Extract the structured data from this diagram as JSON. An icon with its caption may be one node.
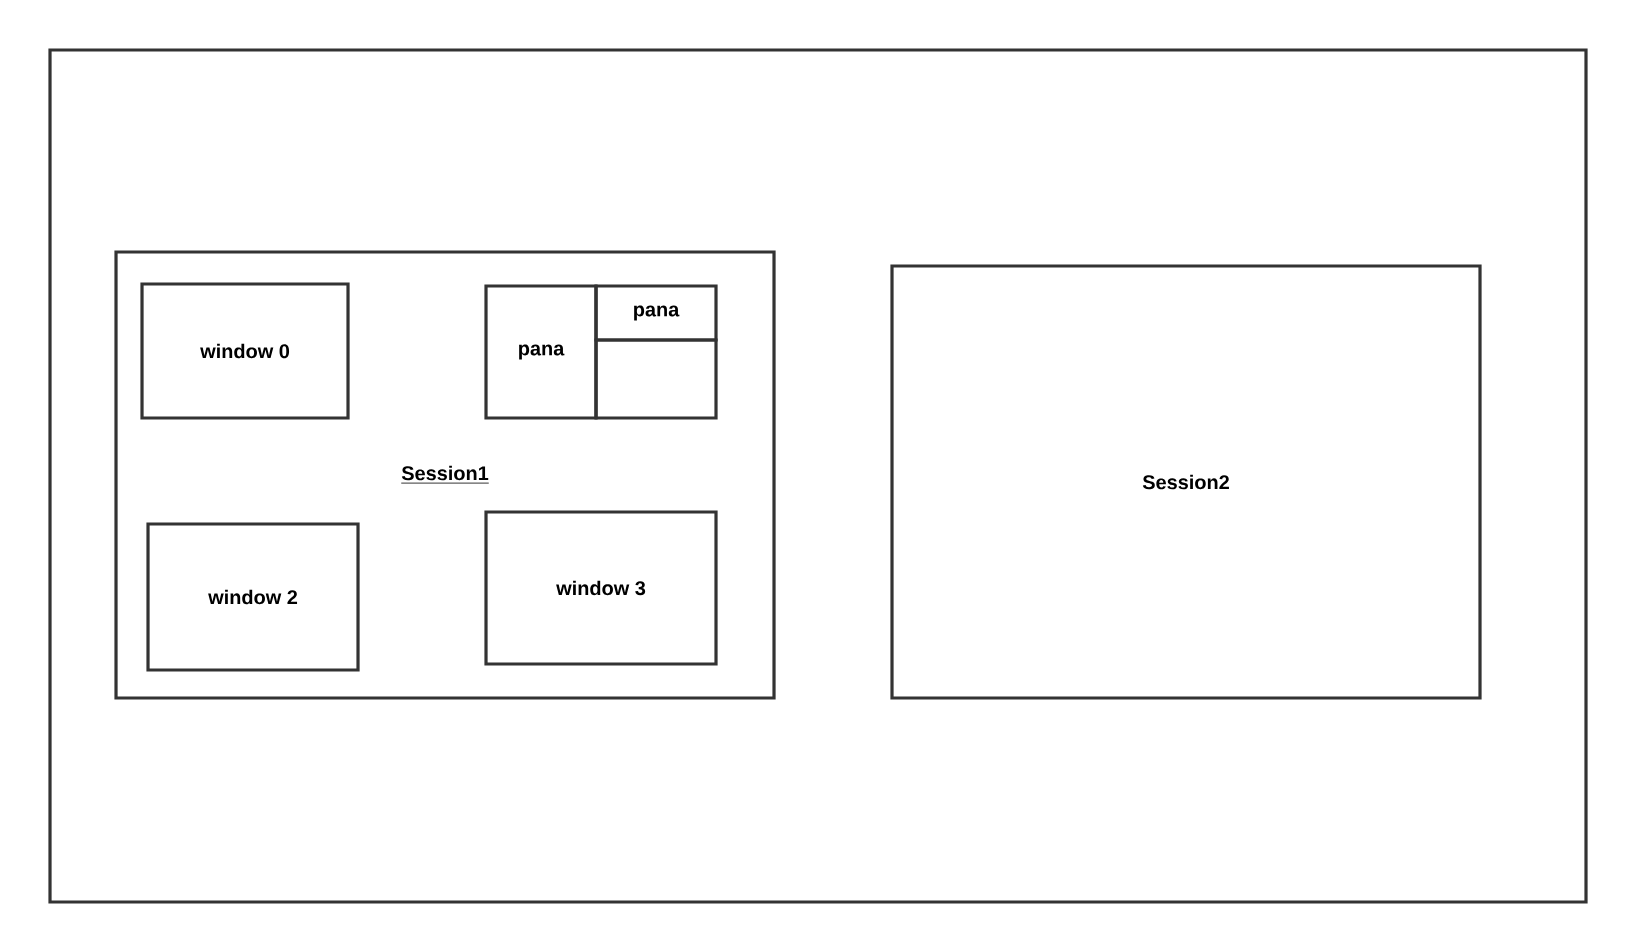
{
  "diagram": {
    "nodes": [
      {
        "text": [],
        "shape": "box"
      },
      {
        "text": [
          "Session1"
        ],
        "in": 0
      },
      {
        "text": [
          "window 0"
        ],
        "in": 1
      },
      {
        "text": [
          "pana"
        ],
        "in": 1
      },
      {
        "text": [
          "pana"
        ],
        "in": 1
      },
      {
        "text": [],
        "shape": "box",
        "in": 1
      },
      {
        "text": [
          "window 2"
        ],
        "in": 1
      },
      {
        "text": [
          "window 3"
        ],
        "in": 1
      },
      {
        "text": [
          "Session2"
        ],
        "in": 0
      }
    ]
  }
}
